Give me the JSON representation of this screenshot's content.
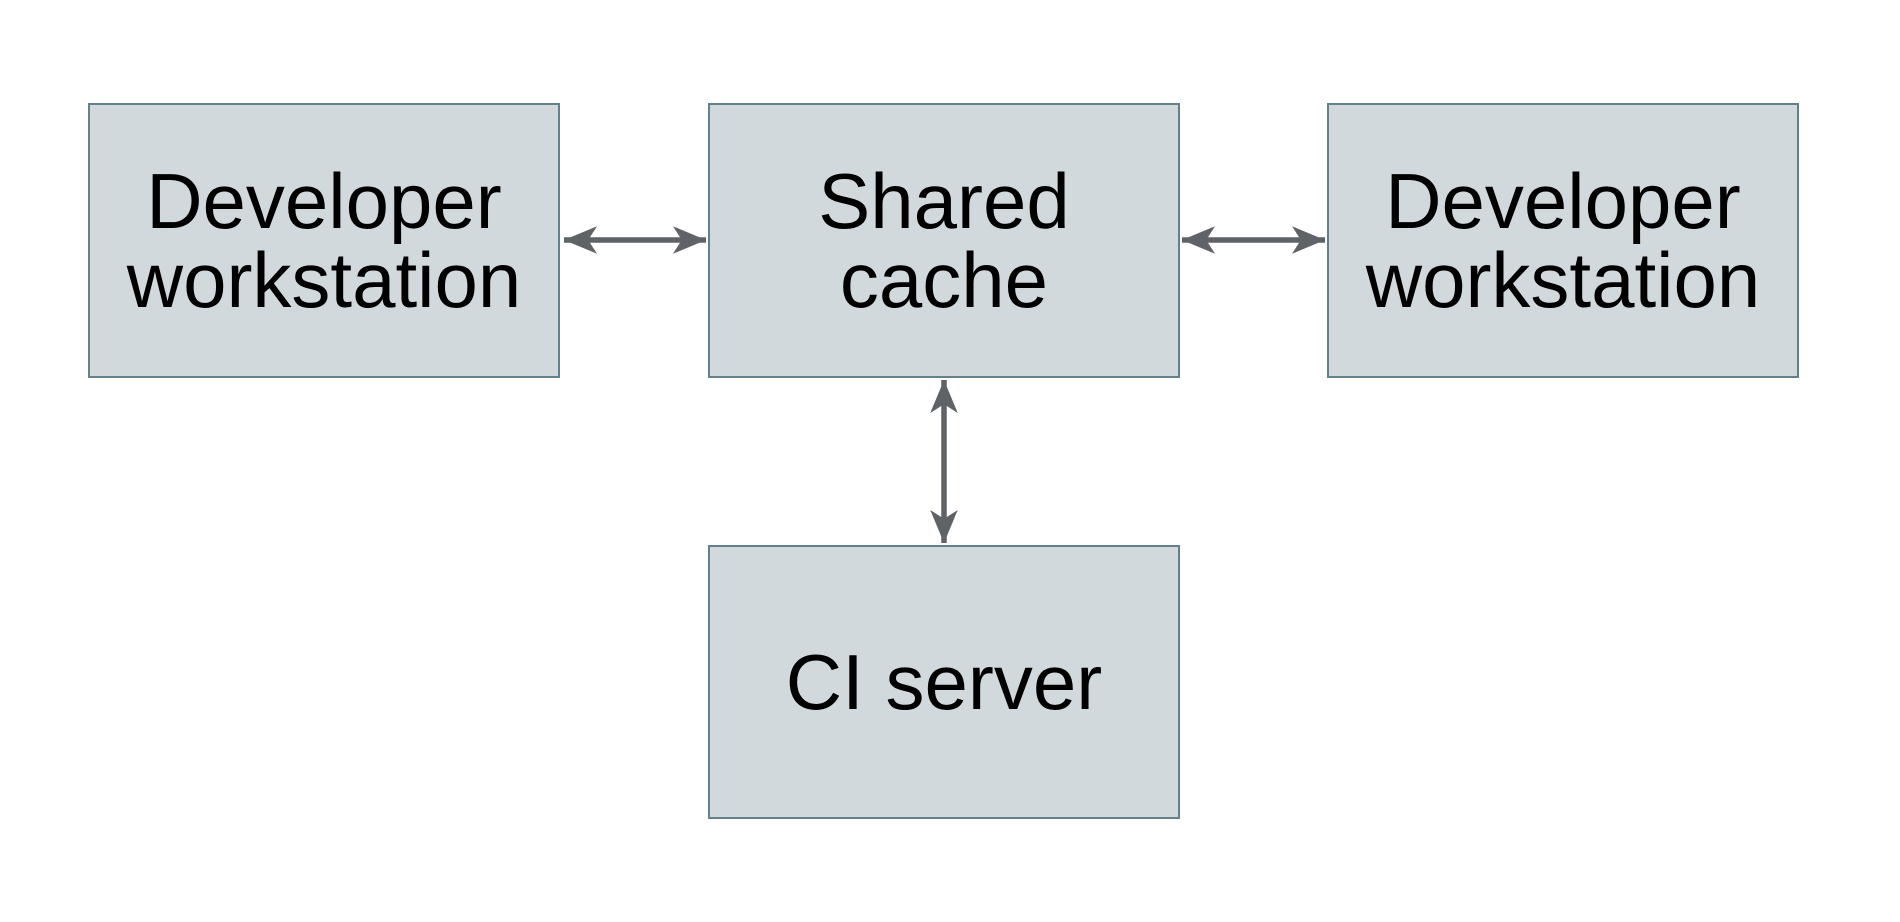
{
  "diagram": {
    "type": "architecture-diagram",
    "nodes": [
      {
        "id": "developer-workstation-left",
        "label": "Developer workstation"
      },
      {
        "id": "shared-cache",
        "label": "Shared cache"
      },
      {
        "id": "developer-workstation-right",
        "label": "Developer workstation"
      },
      {
        "id": "ci-server",
        "label": "CI server"
      }
    ],
    "edges": [
      {
        "from": "developer-workstation-left",
        "to": "shared-cache",
        "direction": "bidirectional"
      },
      {
        "from": "shared-cache",
        "to": "developer-workstation-right",
        "direction": "bidirectional"
      },
      {
        "from": "shared-cache",
        "to": "ci-server",
        "direction": "bidirectional"
      }
    ],
    "colors": {
      "background": "#ffffff",
      "node_fill": "#d2d9dc",
      "node_border": "#64808c",
      "arrow": "#5f6368",
      "text": "#000000"
    }
  }
}
